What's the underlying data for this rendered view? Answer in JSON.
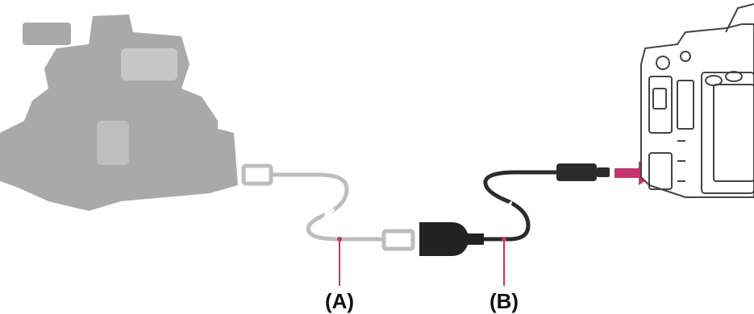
{
  "labels": {
    "a": "(A)",
    "b": "(B)"
  },
  "colors": {
    "camcorder": "#a9a9a9",
    "cable_a": "#bdbdbd",
    "cable_b": "#2b2b2b",
    "adapter": "#222222",
    "callout": "#c8326e",
    "arrow": "#c8326e",
    "camera_outline": "#444444"
  },
  "icons": {
    "camcorder": "camcorder-silhouette",
    "camera": "mirrorless-camera-body",
    "arrow": "insert-arrow"
  }
}
